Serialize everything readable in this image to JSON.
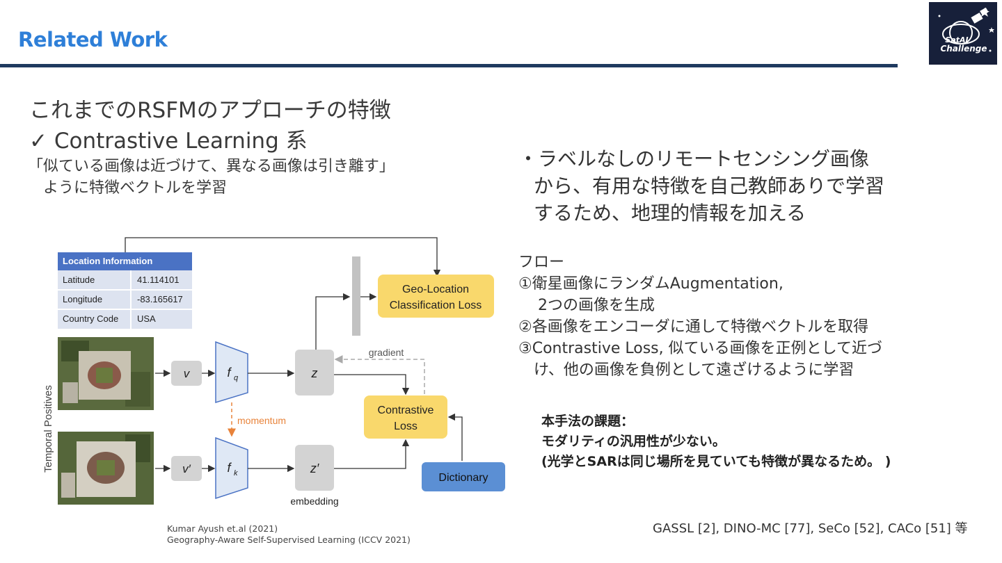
{
  "header": {
    "title": "Related Work"
  },
  "logo": {
    "text_line1": "SatAI",
    "text_line2": "Challenge",
    "icon": "satellite-logo-icon"
  },
  "left": {
    "heading_line1": "これまでのRSFMのアプローチの特徴",
    "heading_line2": "✓ Contrastive Learning 系",
    "desc_line1": "「似ている画像は近づけて、異なる画像は引き離す」",
    "desc_line2": "ように特徴ベクトルを学習"
  },
  "right": {
    "point_line1": "・ラベルなしのリモートセンシング画像",
    "point_line2": "から、有用な特徴を自己教師ありで学習",
    "point_line3": "するため、地理的情報を加える",
    "flow_title": "フロー",
    "flow_1a": "①衛星画像にランダムAugmentation,",
    "flow_1b": "2つの画像を生成",
    "flow_2": "②各画像をエンコーダに通して特徴ベクトルを取得",
    "flow_3a": "③Contrastive Loss, 似ている画像を正例として近づ",
    "flow_3b": "け、他の画像を負例として遠ざけるように学習",
    "issue_line1": "本手法の課題：",
    "issue_line2": "モダリティの汎用性が少ない。",
    "issue_line3": "(光学とSARは同じ場所を見ていても特徴が異なるため。 )"
  },
  "diagram": {
    "table_header": "Location Information",
    "rows": [
      {
        "label": "Latitude",
        "value": "41.114101"
      },
      {
        "label": "Longitude",
        "value": "-83.165617"
      },
      {
        "label": "Country Code",
        "value": "USA"
      }
    ],
    "side_label": "Temporal Positives",
    "v": "v",
    "v_prime": "v′",
    "fq": "f",
    "fq_sub": "q",
    "fk": "f",
    "fk_sub": "k",
    "z": "z",
    "z_prime": "z′",
    "geo_loss_line1": "Geo-Location",
    "geo_loss_line2": "Classification Loss",
    "contrastive_line1": "Contrastive",
    "contrastive_line2": "Loss",
    "dictionary": "Dictionary",
    "gradient": "gradient",
    "momentum": "momentum",
    "embedding": "embedding",
    "colors": {
      "yellow_box": "#f9d86c",
      "blue_box": "#5b8fd4",
      "table_header": "#4a72c4",
      "table_row": "#dde3f0",
      "node_gray": "#d3d3d3",
      "momentum": "#e8833a"
    }
  },
  "citation": {
    "line1": "Kumar Ayush et.al (2021)",
    "line2": "Geography-Aware Self-Supervised Learning (ICCV 2021)"
  },
  "refs": "GASSL [2], DINO-MC [77], SeCo [52], CACo [51] 等"
}
